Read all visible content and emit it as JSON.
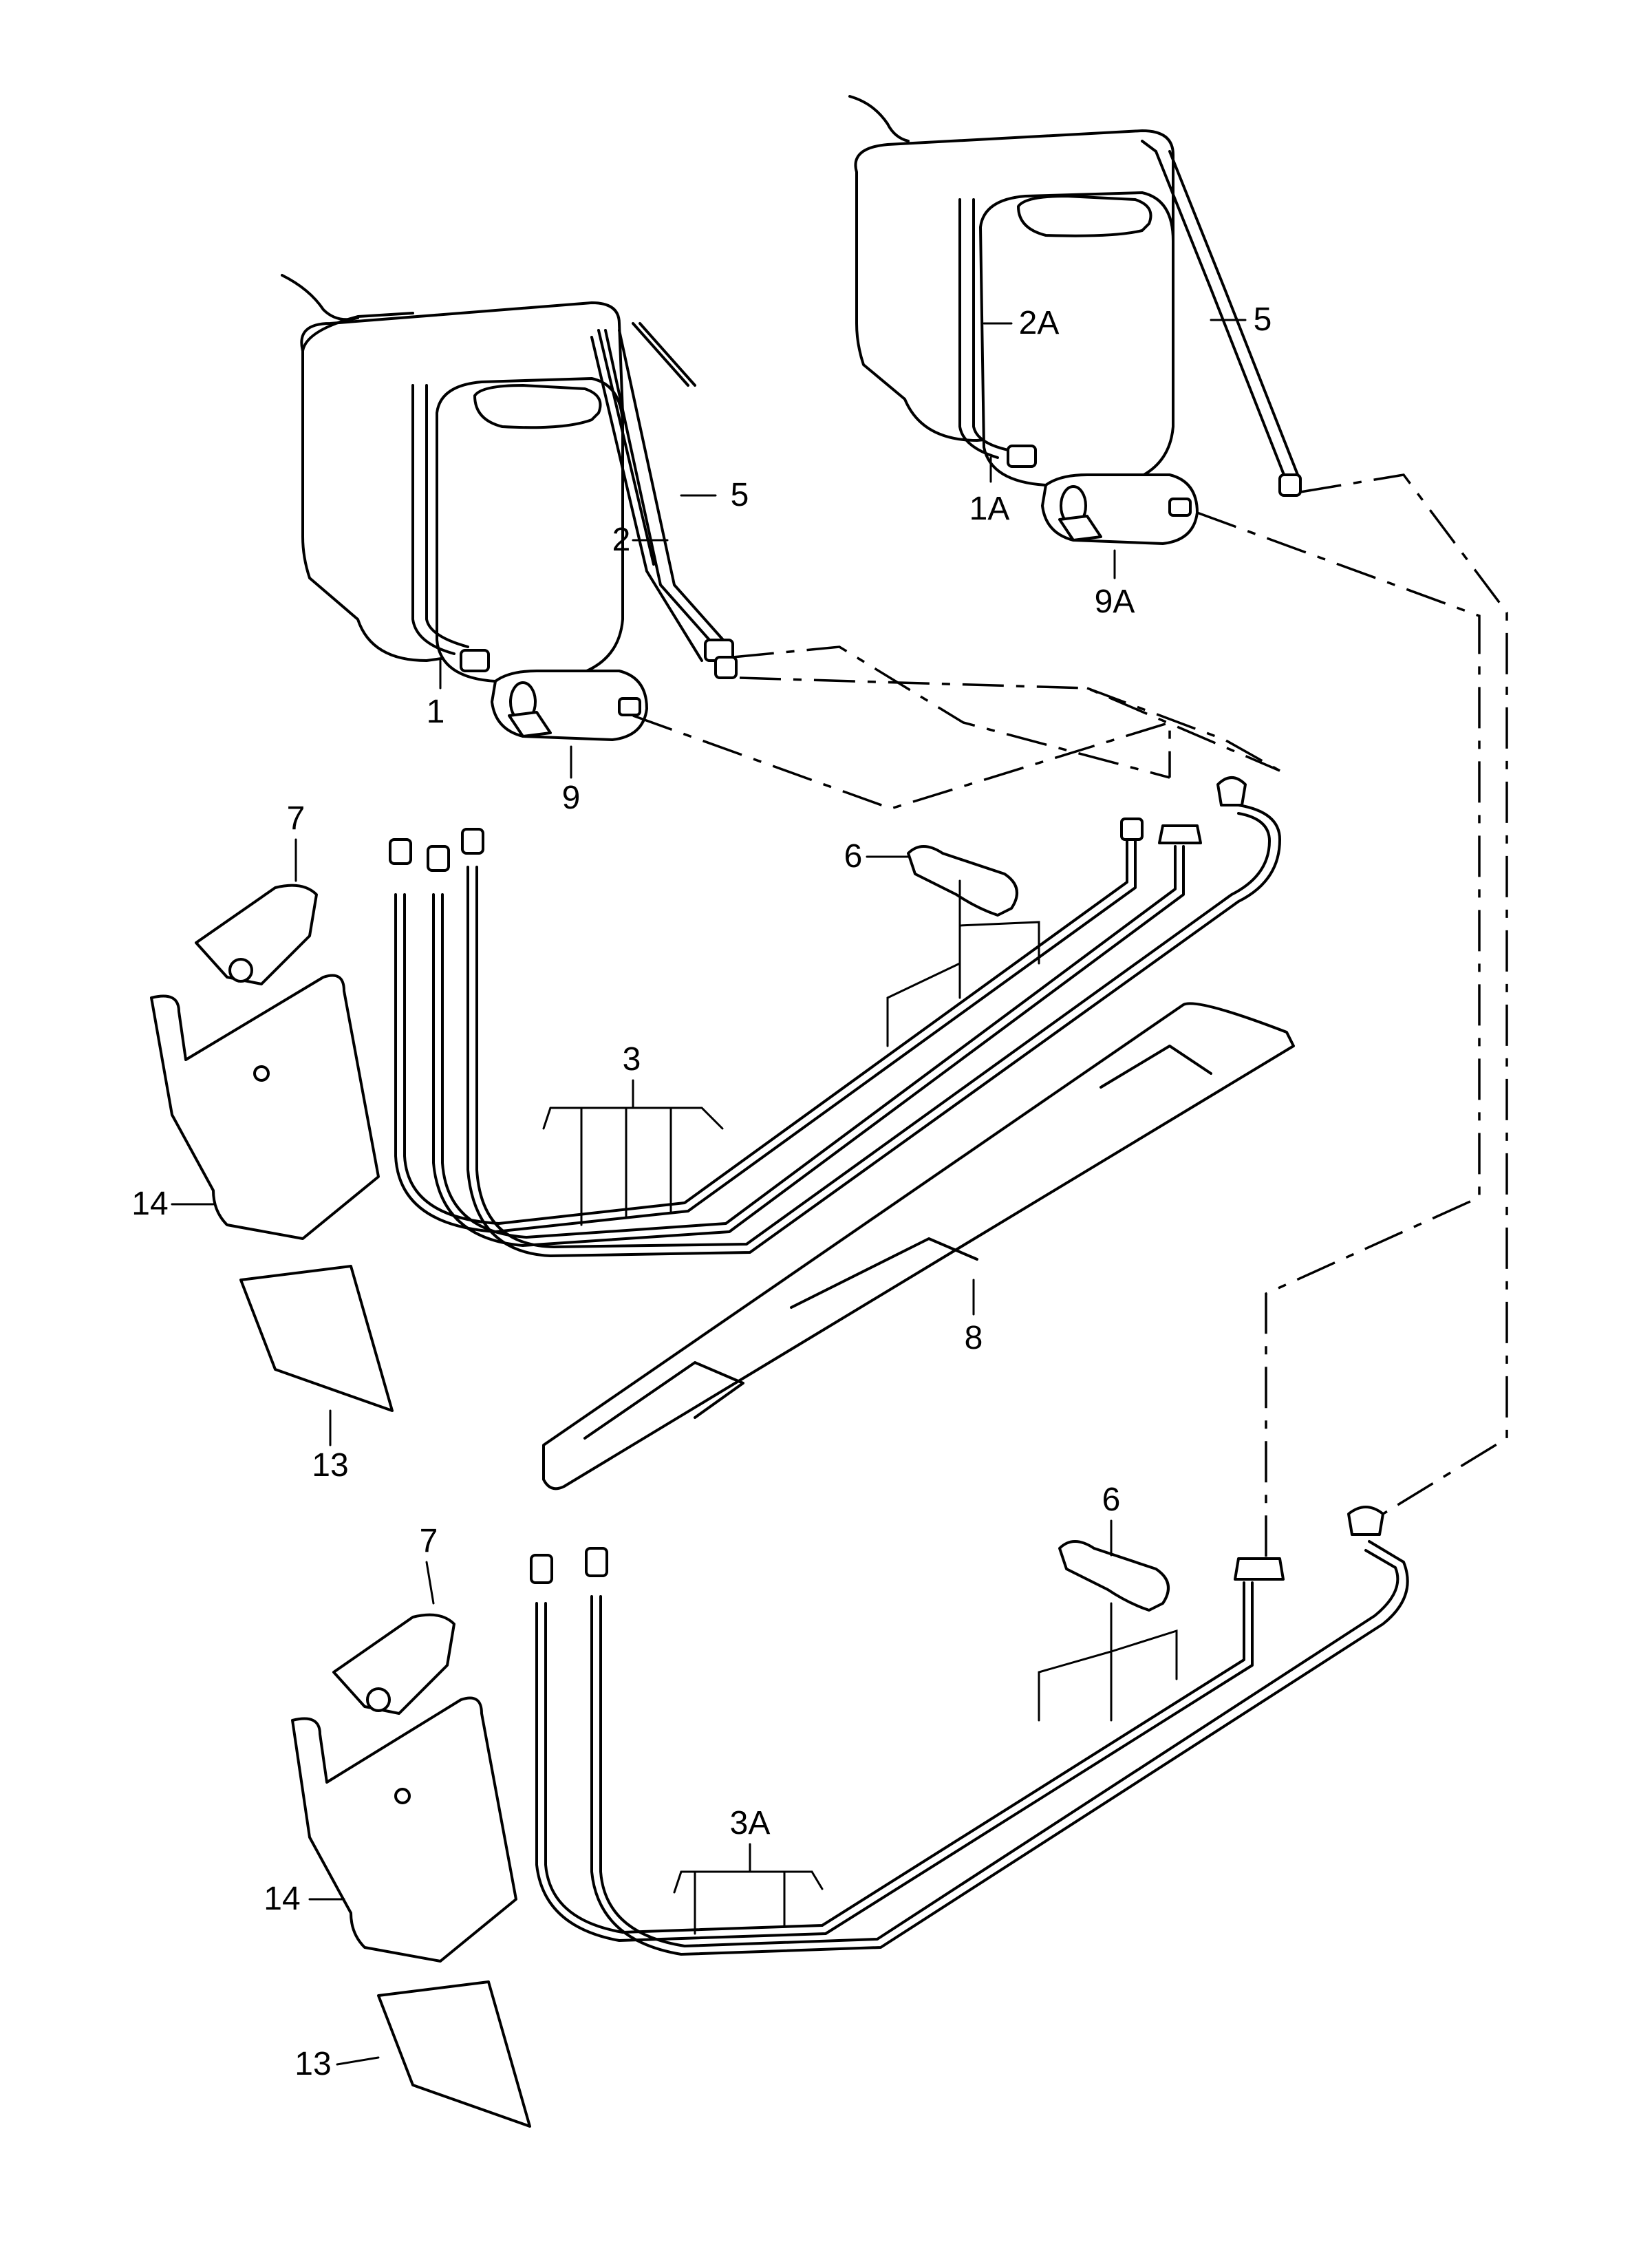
{
  "callouts": {
    "c1": "1",
    "c1a": "1A",
    "c2": "2",
    "c2a": "2A",
    "c3": "3",
    "c3a": "3A",
    "c5a": "5",
    "c5b": "5",
    "c6a": "6",
    "c6b": "6",
    "c7a": "7",
    "c7b": "7",
    "c8": "8",
    "c9": "9",
    "c9a": "9A",
    "c13a": "13",
    "c13b": "13",
    "c14a": "14",
    "c14b": "14"
  }
}
